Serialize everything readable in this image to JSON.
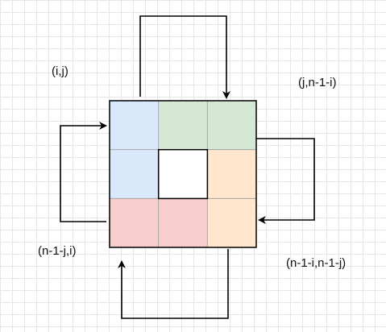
{
  "labels": {
    "top_left": "(i,j)",
    "top_right": "(j,n-1-i)",
    "bottom_left": "(n-1-j,i)",
    "bottom_right": "(n-1-i,n-1-j)"
  },
  "grid": {
    "rows": 3,
    "cols": 3,
    "cells": [
      [
        "#dae8fc",
        "#d5e8d4",
        "#d5e8d4"
      ],
      [
        "#dae8fc",
        "#ffffff",
        "#ffe6cc"
      ],
      [
        "#f8cecc",
        "#f8cecc",
        "#ffe6cc"
      ]
    ]
  },
  "colors": {
    "blue_fill": "#dae8fc",
    "green_fill": "#d5e8d4",
    "orange_fill": "#ffe6cc",
    "red_fill": "#f8cecc",
    "center_fill": "#ffffff",
    "arrow": "#000000",
    "border": "#000000"
  }
}
